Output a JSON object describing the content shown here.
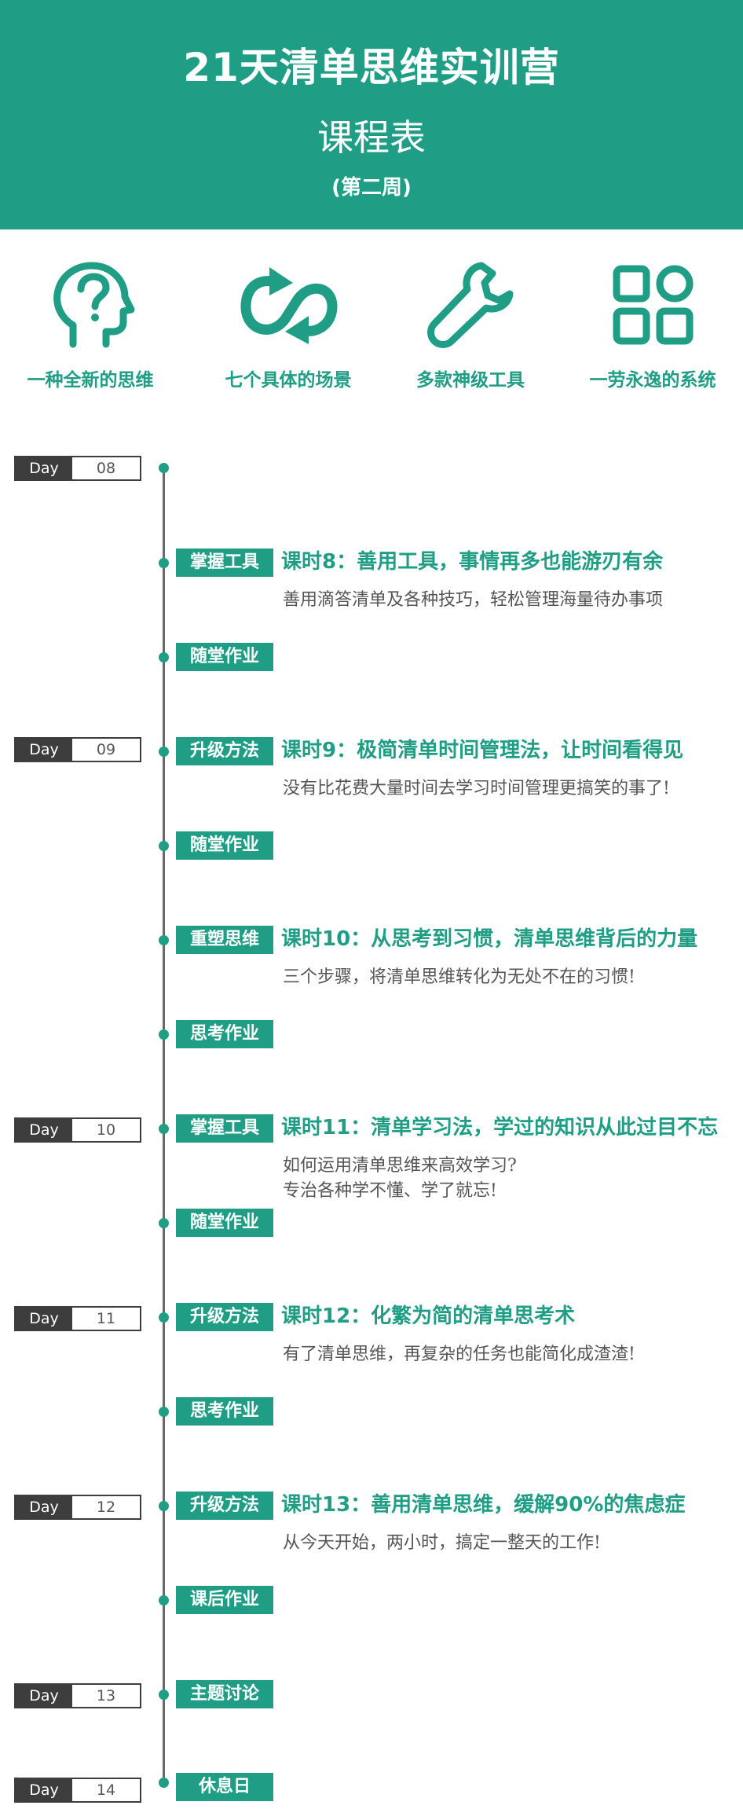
{
  "header": {
    "title": "21天清单思维实训营",
    "subtitle": "课程表",
    "week": "(第二周)"
  },
  "features": [
    {
      "label": "一种全新的思维",
      "icon": "head-question-icon"
    },
    {
      "label": "七个具体的场景",
      "icon": "loop-arrows-icon"
    },
    {
      "label": "多款神级工具",
      "icon": "wrench-icon"
    },
    {
      "label": "一劳永逸的系统",
      "icon": "grid-icon"
    }
  ],
  "days": [
    {
      "label": "Day",
      "number": "08"
    },
    {
      "label": "Day",
      "number": "09"
    },
    {
      "label": "Day",
      "number": "10"
    },
    {
      "label": "Day",
      "number": "11"
    },
    {
      "label": "Day",
      "number": "12"
    },
    {
      "label": "Day",
      "number": "13"
    },
    {
      "label": "Day",
      "number": "14"
    }
  ],
  "tags": [
    "掌握工具",
    "随堂作业",
    "升级方法",
    "随堂作业",
    "重塑思维",
    "思考作业",
    "掌握工具",
    "随堂作业",
    "升级方法",
    "思考作业",
    "升级方法",
    "课后作业",
    "主题讨论",
    "休息日"
  ],
  "lessons": [
    {
      "title": "课时8：善用工具，事情再多也能游刃有余",
      "desc": [
        "善用滴答清单及各种技巧，轻松管理海量待办事项"
      ]
    },
    {
      "title": "课时9：极简清单时间管理法，让时间看得见",
      "desc": [
        "没有比花费大量时间去学习时间管理更搞笑的事了!"
      ]
    },
    {
      "title": "课时10：从思考到习惯，清单思维背后的力量",
      "desc": [
        "三个步骤，将清单思维转化为无处不在的习惯!"
      ]
    },
    {
      "title": "课时11：清单学习法，学过的知识从此过目不忘",
      "desc": [
        "如何运用清单思维来高效学习?",
        "专治各种学不懂、学了就忘!"
      ]
    },
    {
      "title": "课时12：化繁为简的清单思考术",
      "desc": [
        "有了清单思维，再复杂的任务也能简化成渣渣!"
      ]
    },
    {
      "title": "课时13：善用清单思维，缓解90%的焦虑症",
      "desc": [
        "从今天开始，两小时，搞定一整天的工作!"
      ]
    }
  ],
  "colors": {
    "accent": "#1f9e85",
    "dark": "#3d3d3d"
  }
}
